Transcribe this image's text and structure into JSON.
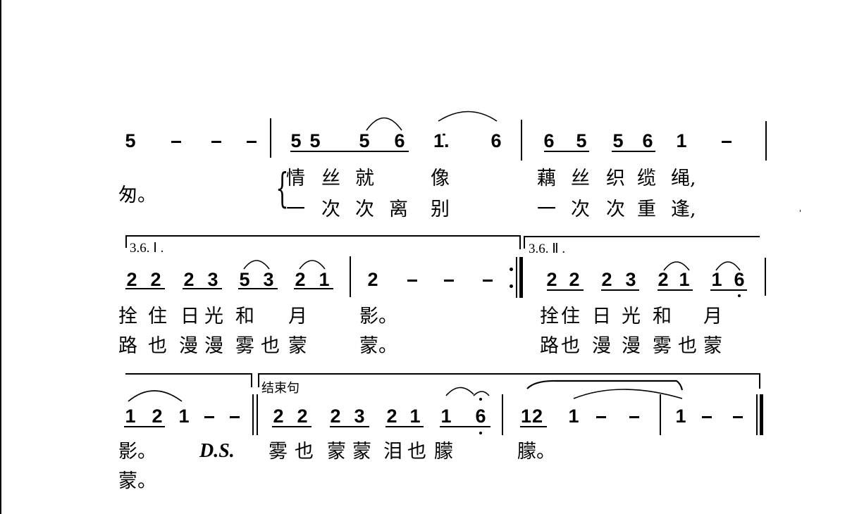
{
  "score": {
    "line1": {
      "notes": {
        "m1": [
          "5"
        ],
        "m2": [
          "5",
          "5",
          "5",
          "6",
          "1̇.",
          "6"
        ],
        "m3": [
          "6",
          "5",
          "5",
          "6",
          "1"
        ]
      },
      "lyric_tail": "匆。",
      "verse1": [
        "情",
        "丝",
        "就",
        "像",
        "藕",
        "丝",
        "织",
        "缆",
        "绳,"
      ],
      "verse2": [
        "一",
        "次",
        "次",
        "离",
        "别",
        "一",
        "次",
        "次",
        "重",
        "逢,"
      ],
      "stray_mark": "'"
    },
    "line2": {
      "volta1_label": "3.6. Ⅰ .",
      "volta2_label": "3.6. Ⅱ .",
      "notes": {
        "m1": [
          "2",
          "2",
          "2",
          "3",
          "5",
          "3",
          "2",
          "1"
        ],
        "m2": [
          "2"
        ],
        "m3": [
          "2",
          "2",
          "2",
          "3",
          "2",
          "1",
          "1",
          "6"
        ]
      },
      "verse1": [
        "拴",
        "住",
        "日",
        "光",
        "和",
        "月",
        "影。",
        "拴",
        "住",
        "日",
        "光",
        "和",
        "月"
      ],
      "verse2": [
        "路",
        "也",
        "漫",
        "漫",
        "雾",
        "也",
        "蒙",
        "蒙。",
        "路",
        "也",
        "漫",
        "漫",
        "雾",
        "也",
        "蒙"
      ]
    },
    "line3": {
      "ending_label": "结束句",
      "notes": {
        "m1": [
          "1",
          "2",
          "1"
        ],
        "m2": [
          "2",
          "2",
          "2",
          "3",
          "2",
          "1",
          "1",
          "6"
        ],
        "m3": [
          "1",
          "2",
          "1"
        ],
        "m4": [
          "1"
        ]
      },
      "verse1": [
        "影。",
        "雾",
        "也",
        "蒙",
        "蒙",
        "泪",
        "也",
        "朦",
        "朦。"
      ],
      "verse2": [
        "蒙。"
      ],
      "ds_marking": "D.S."
    }
  }
}
